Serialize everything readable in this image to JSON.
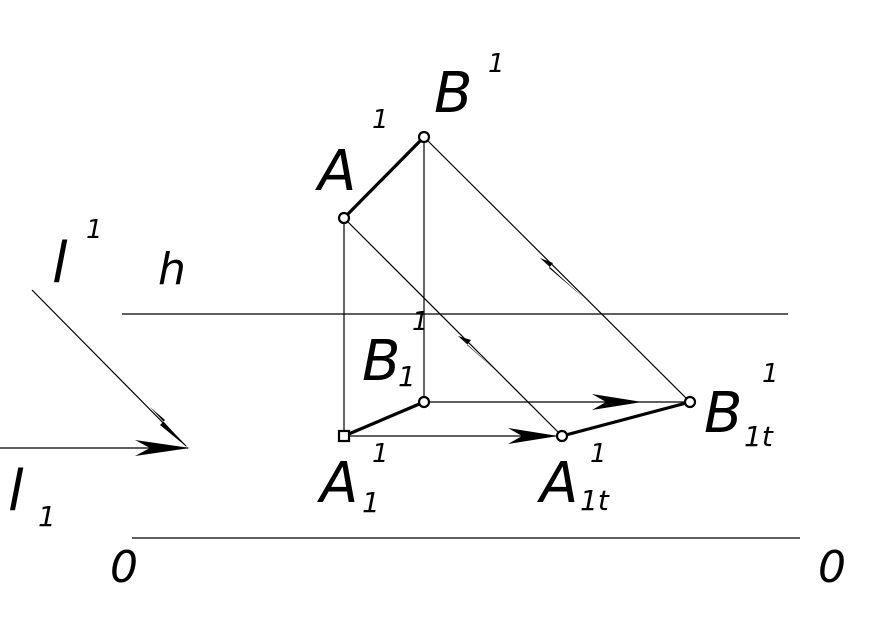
{
  "labels": {
    "A": "A",
    "A_sup": "1",
    "B": "B",
    "B_sup": "1",
    "l_upper": "l",
    "l_upper_sup": "1",
    "l_lower": "l",
    "l_lower_sub": "1",
    "h": "h",
    "B1": "B",
    "B1_sup": "1",
    "B1_sub": "1",
    "A1": "A",
    "A1_sup": "1",
    "A1_sub": "1",
    "A1t": "A",
    "A1t_sup": "1",
    "A1t_sub": "1t",
    "B1t": "B",
    "B1t_sup": "1",
    "B1t_sub": "1t",
    "axis_left": "0",
    "axis_right": "0"
  },
  "colors": {
    "ink": "#000000",
    "paper": "#ffffff"
  }
}
